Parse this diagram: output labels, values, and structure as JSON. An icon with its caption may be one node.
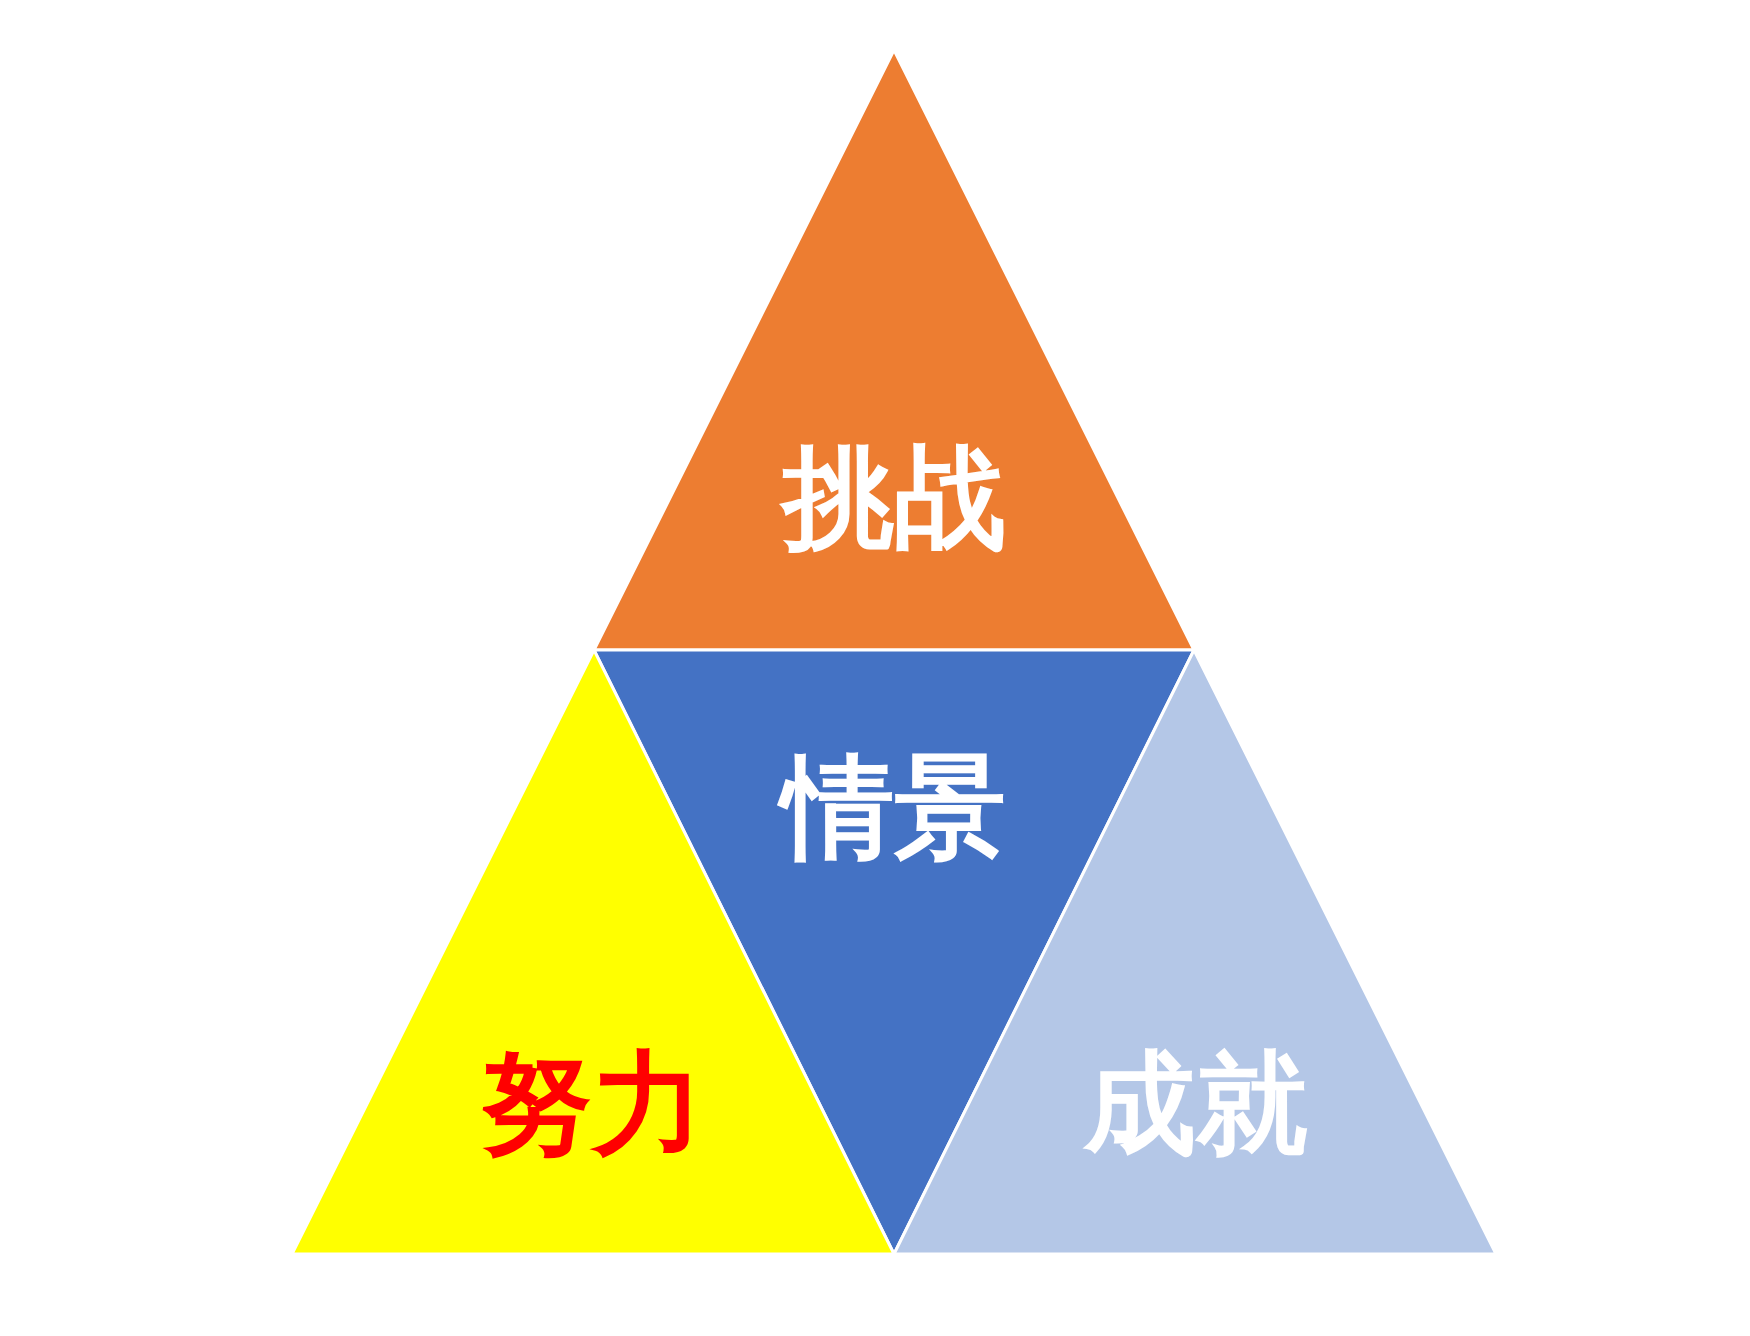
{
  "diagram": {
    "nodes": [
      {
        "text": [
          "挑战"
        ]
      },
      {
        "text": [
          "情景"
        ]
      },
      {
        "text": [
          "努力"
        ]
      },
      {
        "text": [
          "成就"
        ]
      }
    ]
  }
}
